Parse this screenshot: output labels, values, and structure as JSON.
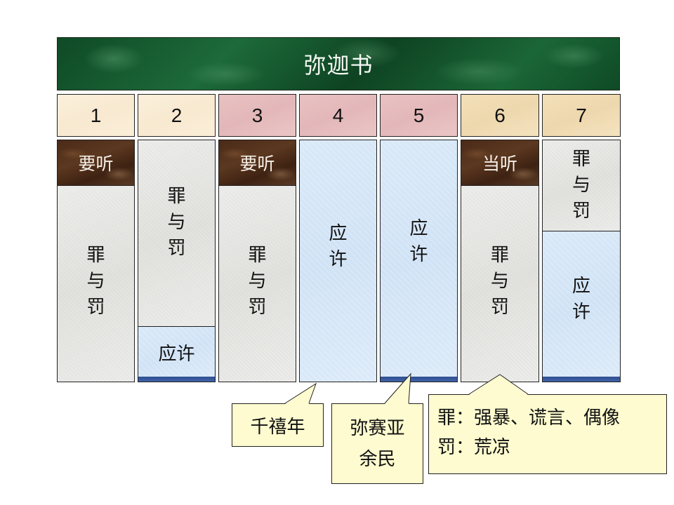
{
  "title": "弥迦书",
  "chapters": [
    {
      "number": "1",
      "header_color": "#f9edd6"
    },
    {
      "number": "2",
      "header_color": "#f9edd6"
    },
    {
      "number": "3",
      "header_color": "#e6bdbd"
    },
    {
      "number": "4",
      "header_color": "#e6bdbd"
    },
    {
      "number": "5",
      "header_color": "#e6bdbd"
    },
    {
      "number": "6",
      "header_color": "#f0dcb4"
    },
    {
      "number": "7",
      "header_color": "#f0dcb4"
    }
  ],
  "columns": {
    "c1": {
      "call": "要听",
      "main": "罪与罚"
    },
    "c2": {
      "main": "罪与罚",
      "bottom": "应许"
    },
    "c3": {
      "call": "要听",
      "main": "罪与罚"
    },
    "c4": {
      "main": "应许"
    },
    "c5": {
      "main": "应许"
    },
    "c6": {
      "call": "当听",
      "main": "罪与罚"
    },
    "c7": {
      "top": "罪与罚",
      "bottom": "应许"
    }
  },
  "chars": {
    "sin_punish": [
      "罪",
      "与",
      "罚"
    ],
    "promise": [
      "应",
      "许"
    ]
  },
  "callouts": {
    "millennium": "千禧年",
    "remnant_line1": "弥赛亚",
    "remnant_line2": "余民",
    "sin_line": "罪：强暴、谎言、偶像",
    "punish_line": "罚：荒凉"
  },
  "colors": {
    "title_green": "#1a5e33",
    "brown_call": "#4e2f1a",
    "gray_segment": "#e8e8e6",
    "blue_segment": "#d6e7f8",
    "blue_band": "#36579b",
    "callout_fill": "#fdfbcf"
  }
}
